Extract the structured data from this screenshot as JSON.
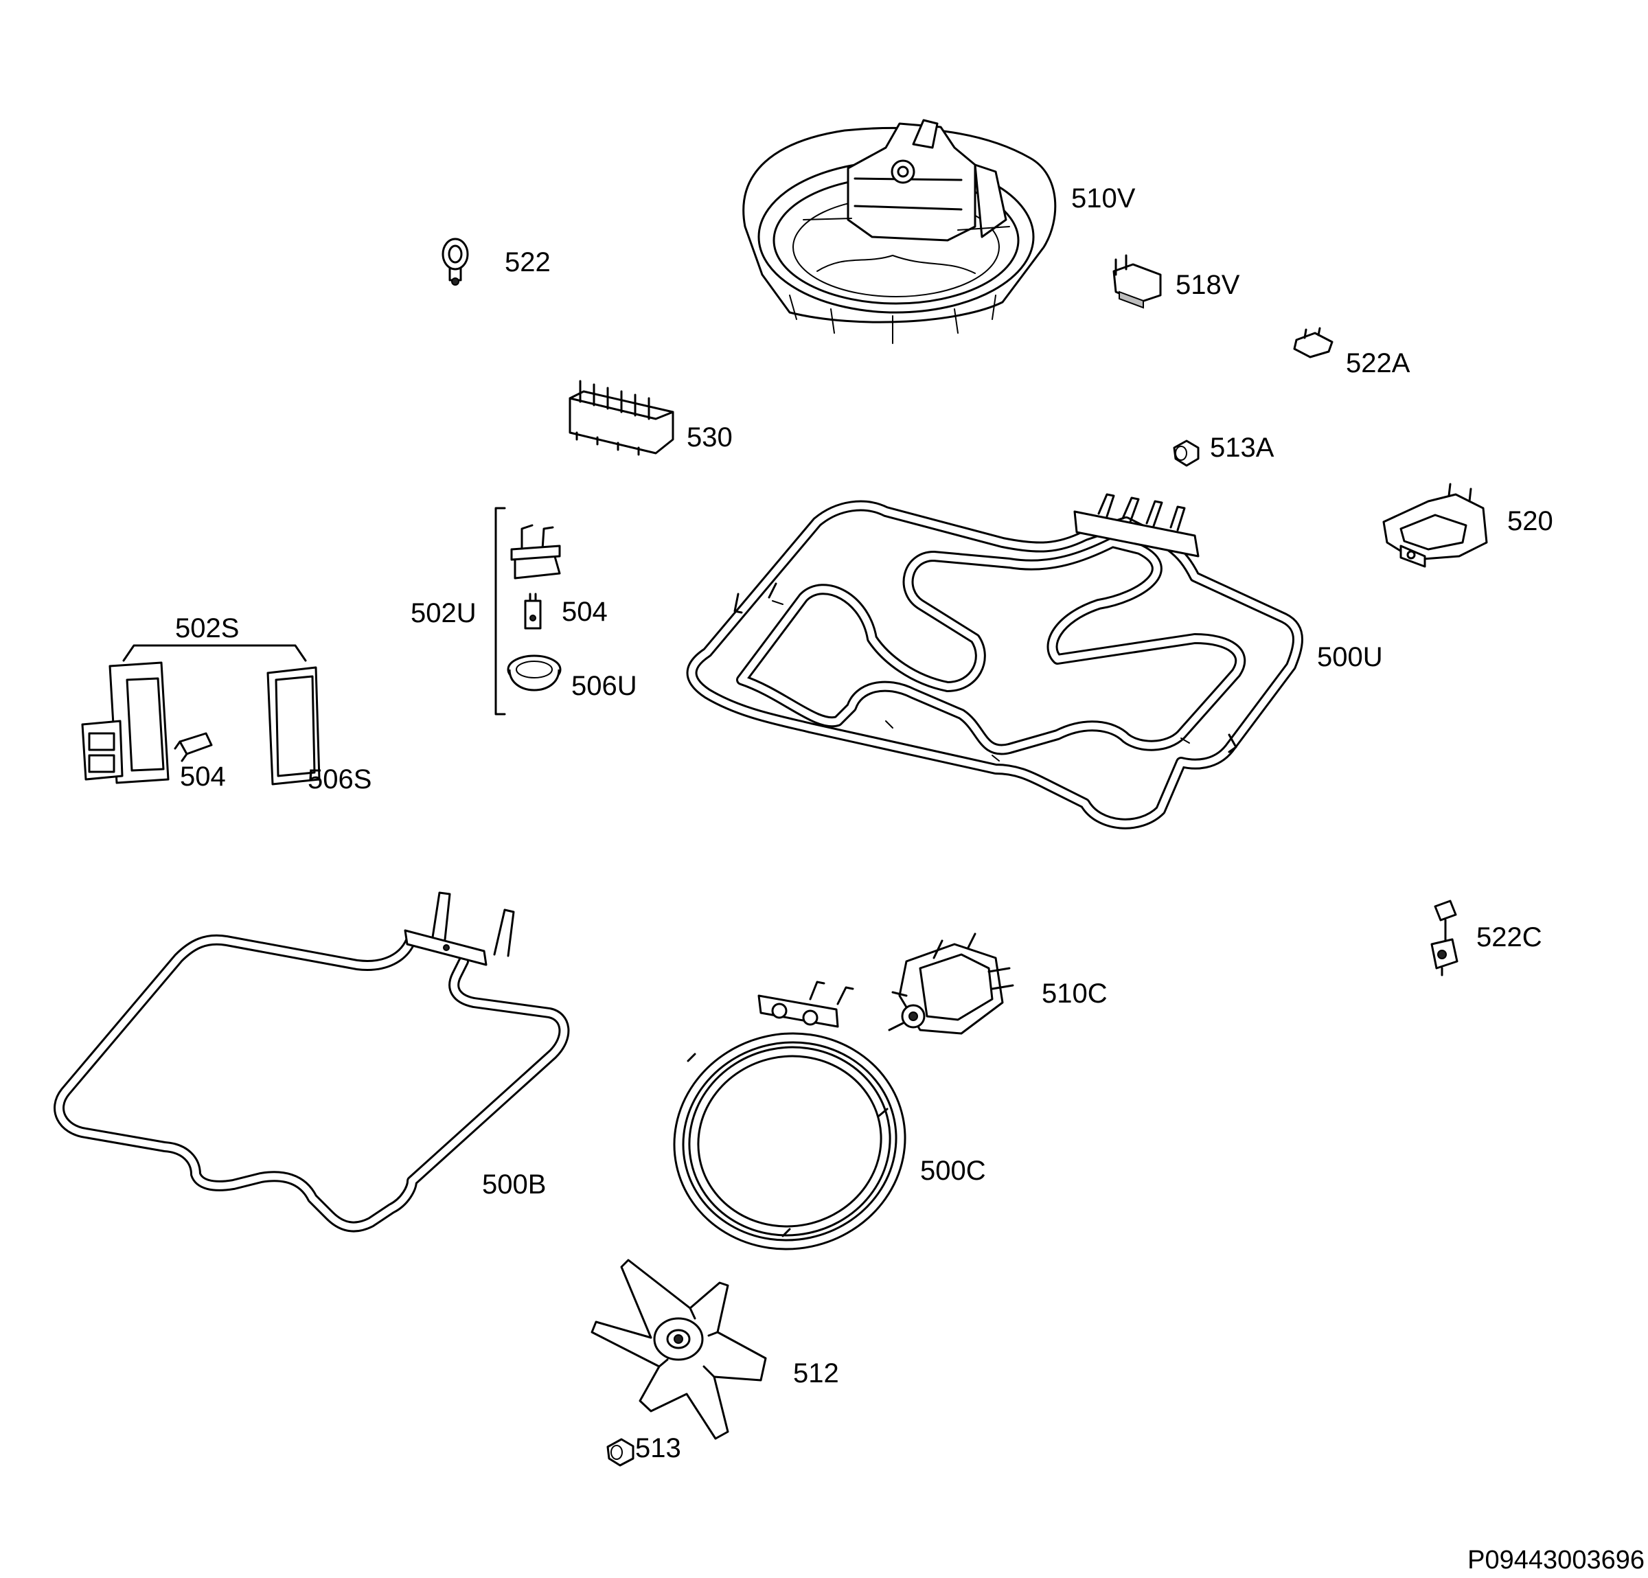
{
  "labels": {
    "p510V": "510V",
    "p522": "522",
    "p518V": "518V",
    "p522A": "522A",
    "p530": "530",
    "p513A": "513A",
    "p520": "520",
    "p502U": "502U",
    "p504a": "504",
    "p506U": "506U",
    "p500U": "500U",
    "p502S": "502S",
    "p504b": "504",
    "p506S": "506S",
    "p522C": "522C",
    "p510C": "510C",
    "p500B": "500B",
    "p500C": "500C",
    "p512": "512",
    "p513": "513"
  },
  "reference_code": "P09443003696"
}
